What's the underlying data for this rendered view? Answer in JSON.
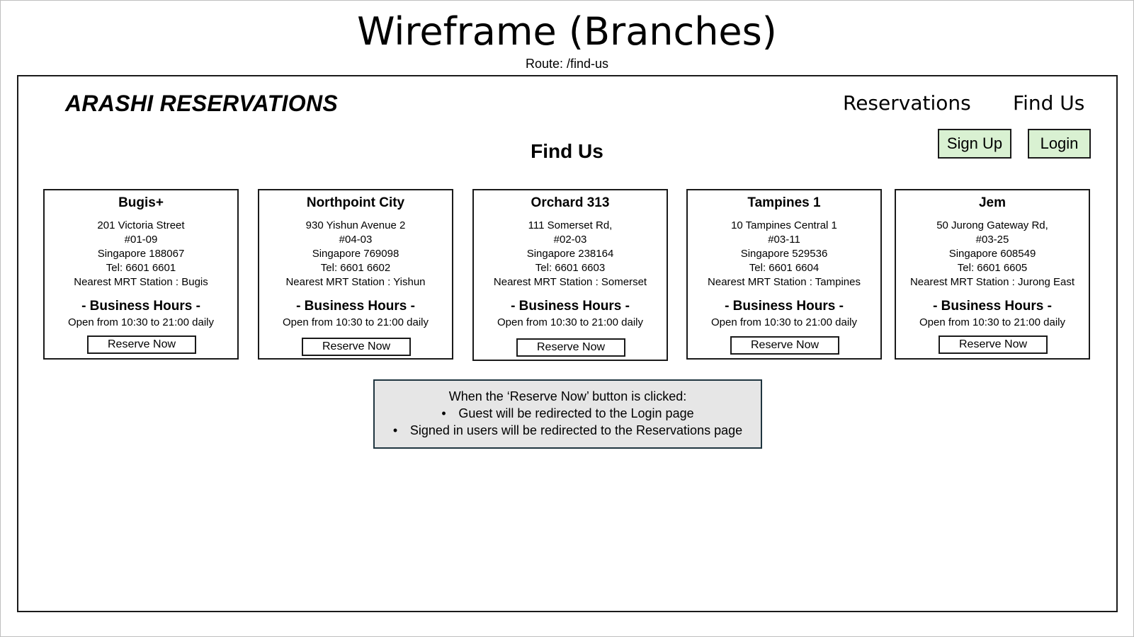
{
  "slide": {
    "title": "Wireframe (Branches)",
    "route": "Route: /find-us"
  },
  "header": {
    "brand": "ARASHI RESERVATIONS",
    "nav": {
      "reservations": "Reservations",
      "find_us": "Find Us"
    },
    "auth": {
      "sign_up": "Sign Up",
      "login": "Login"
    }
  },
  "main": {
    "heading": "Find Us",
    "hours_title": "- Business Hours -",
    "reserve_label": "Reserve Now",
    "branches": [
      {
        "name": "Bugis+",
        "address_lines": [
          "201 Victoria Street",
          "#01-09",
          "Singapore 188067",
          "Tel: 6601 6601",
          "Nearest MRT Station : Bugis"
        ],
        "hours": "Open from 10:30 to 21:00 daily"
      },
      {
        "name": "Northpoint City",
        "address_lines": [
          "930 Yishun Avenue 2",
          "#04-03",
          "Singapore 769098",
          "Tel: 6601 6602",
          "Nearest MRT Station : Yishun"
        ],
        "hours": "Open from 10:30 to 21:00 daily"
      },
      {
        "name": "Orchard 313",
        "address_lines": [
          "111 Somerset Rd,",
          "#02-03",
          "Singapore 238164",
          "Tel: 6601 6603",
          "Nearest MRT Station : Somerset"
        ],
        "hours": "Open from 10:30 to 21:00 daily"
      },
      {
        "name": "Tampines 1",
        "address_lines": [
          "10 Tampines Central 1",
          "#03-11",
          "Singapore 529536",
          "Tel: 6601 6604",
          "Nearest MRT Station : Tampines"
        ],
        "hours": "Open from 10:30 to 21:00 daily"
      },
      {
        "name": "Jem",
        "address_lines": [
          "50 Jurong Gateway Rd,",
          "#03-25",
          "Singapore 608549",
          "Tel: 6601 6605",
          "Nearest MRT Station : Jurong East"
        ],
        "hours": "Open from 10:30 to 21:00 daily"
      }
    ]
  },
  "note": {
    "intro": "When the ‘Reserve Now’ button is clicked:",
    "bullets": [
      "Guest will be redirected to the Login page",
      "Signed in users will be redirected to the Reservations page"
    ]
  },
  "colors": {
    "auth_button_bg": "#d9f1d2",
    "note_bg": "#e6e6e6",
    "note_border": "#1f3540"
  }
}
